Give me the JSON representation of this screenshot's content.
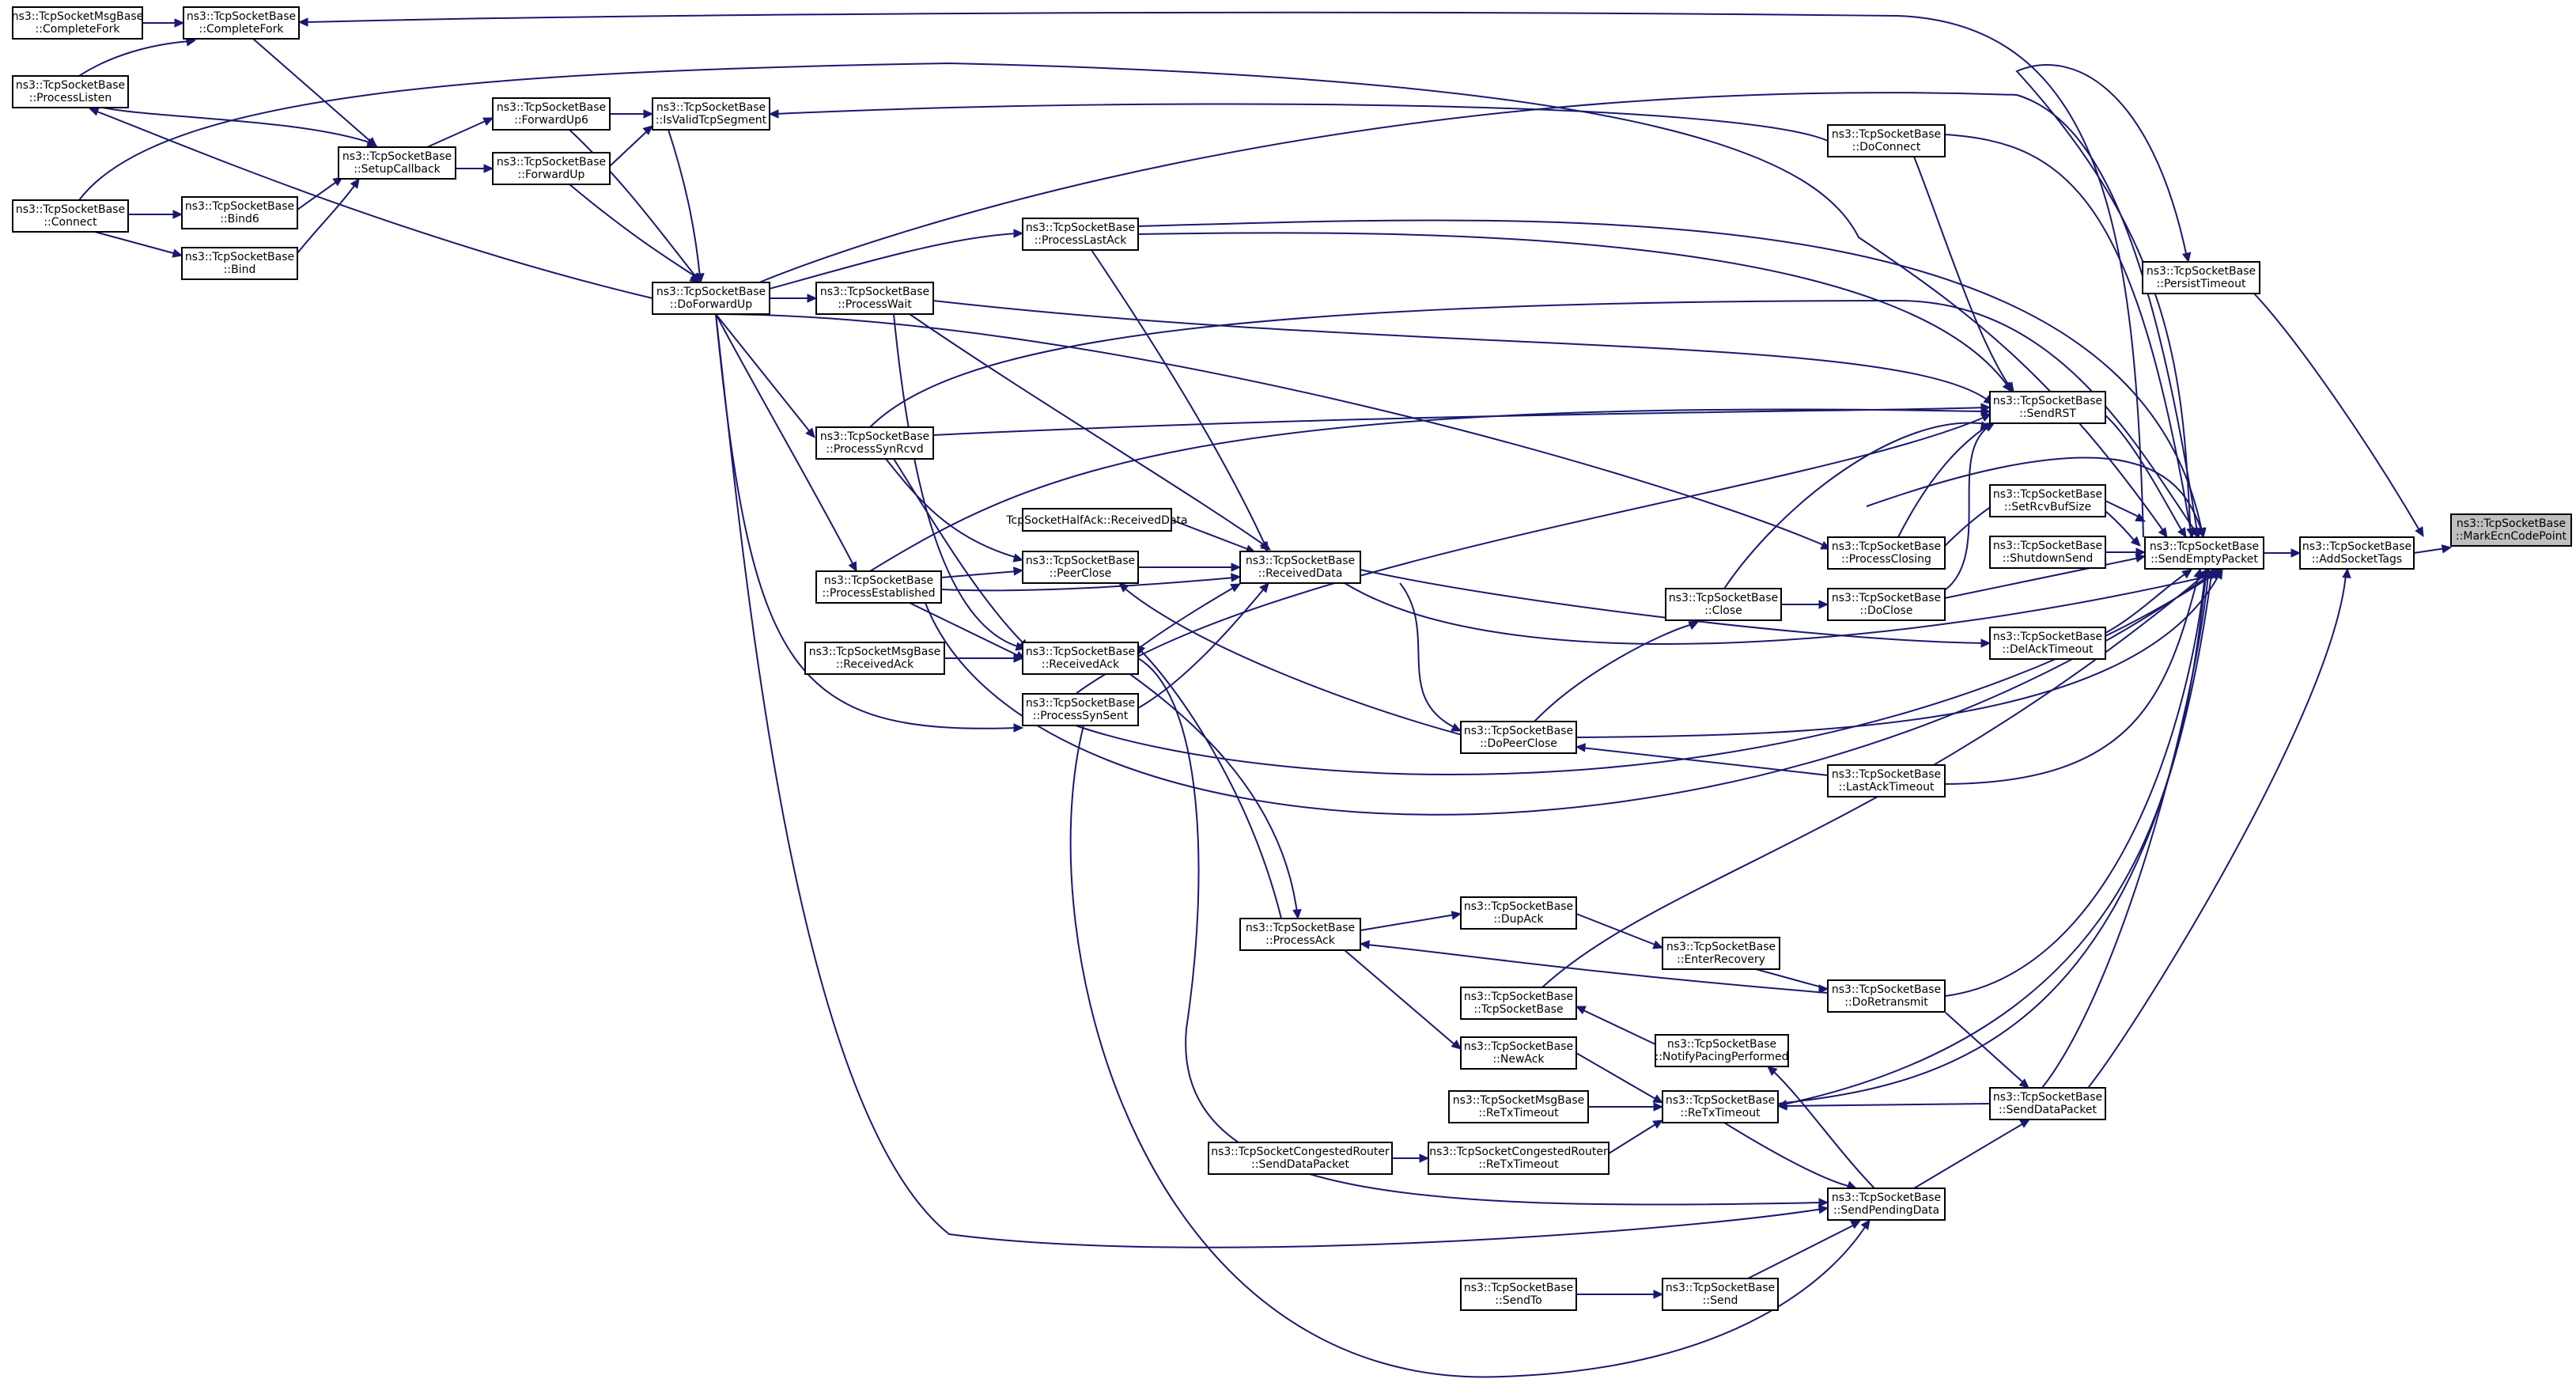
{
  "diagram": {
    "colors": {
      "edge": "#191970",
      "node_border": "#000000",
      "node_fill": "#ffffff",
      "highlight_fill": "#bfbfbf"
    },
    "nodes": [
      {
        "id": "markecn",
        "lines": [
          "ns3::TcpSocketBase",
          "::MarkEcnCodePoint"
        ],
        "highlight": true
      },
      {
        "id": "addsockettags",
        "lines": [
          "ns3::TcpSocketBase",
          "::AddSocketTags"
        ]
      },
      {
        "id": "sendempty",
        "lines": [
          "ns3::TcpSocketBase",
          "::SendEmptyPacket"
        ]
      },
      {
        "id": "persisttimeout",
        "lines": [
          "ns3::TcpSocketBase",
          "::PersistTimeout"
        ]
      },
      {
        "id": "senddatapacket",
        "lines": [
          "ns3::TcpSocketBase",
          "::SendDataPacket"
        ]
      },
      {
        "id": "sendrst",
        "lines": [
          "ns3::TcpSocketBase",
          "::SendRST"
        ]
      },
      {
        "id": "setrcvbufsize",
        "lines": [
          "ns3::TcpSocketBase",
          "::SetRcvBufSize"
        ]
      },
      {
        "id": "shutdownsend",
        "lines": [
          "ns3::TcpSocketBase",
          "::ShutdownSend"
        ]
      },
      {
        "id": "delacktimeout",
        "lines": [
          "ns3::TcpSocketBase",
          "::DelAckTimeout"
        ]
      },
      {
        "id": "doconnect",
        "lines": [
          "ns3::TcpSocketBase",
          "::DoConnect"
        ]
      },
      {
        "id": "processclosing",
        "lines": [
          "ns3::TcpSocketBase",
          "::ProcessClosing"
        ]
      },
      {
        "id": "doclose",
        "lines": [
          "ns3::TcpSocketBase",
          "::DoClose"
        ]
      },
      {
        "id": "lastacktimeout",
        "lines": [
          "ns3::TcpSocketBase",
          "::LastAckTimeout"
        ]
      },
      {
        "id": "doretransmit",
        "lines": [
          "ns3::TcpSocketBase",
          "::DoRetransmit"
        ]
      },
      {
        "id": "sendpendingdata",
        "lines": [
          "ns3::TcpSocketBase",
          "::SendPendingData"
        ]
      },
      {
        "id": "close",
        "lines": [
          "ns3::TcpSocketBase",
          "::Close"
        ]
      },
      {
        "id": "doperclose",
        "lines": [
          "ns3::TcpSocketBase",
          "::DoPeerClose"
        ]
      },
      {
        "id": "enterrecovery",
        "lines": [
          "ns3::TcpSocketBase",
          "::EnterRecovery"
        ]
      },
      {
        "id": "notifypacing",
        "lines": [
          "ns3::TcpSocketBase",
          "::NotifyPacingPerformed"
        ]
      },
      {
        "id": "retxtimeout",
        "lines": [
          "ns3::TcpSocketBase",
          "::ReTxTimeout"
        ]
      },
      {
        "id": "send",
        "lines": [
          "ns3::TcpSocketBase",
          "::Send"
        ]
      },
      {
        "id": "dupack",
        "lines": [
          "ns3::TcpSocketBase",
          "::DupAck"
        ]
      },
      {
        "id": "tcpsocketbase",
        "lines": [
          "ns3::TcpSocketBase",
          "::TcpSocketBase"
        ]
      },
      {
        "id": "newack",
        "lines": [
          "ns3::TcpSocketBase",
          "::NewAck"
        ]
      },
      {
        "id": "msgretx",
        "lines": [
          "ns3::TcpSocketMsgBase",
          "::ReTxTimeout"
        ]
      },
      {
        "id": "congretx",
        "lines": [
          "ns3::TcpSocketCongestedRouter",
          "::ReTxTimeout"
        ]
      },
      {
        "id": "sendto",
        "lines": [
          "ns3::TcpSocketBase",
          "::SendTo"
        ]
      },
      {
        "id": "processack",
        "lines": [
          "ns3::TcpSocketBase",
          "::ProcessAck"
        ]
      },
      {
        "id": "congsend",
        "lines": [
          "ns3::TcpSocketCongestedRouter",
          "::SendDataPacket"
        ]
      },
      {
        "id": "receiveddata",
        "lines": [
          "ns3::TcpSocketBase",
          "::ReceivedData"
        ]
      },
      {
        "id": "processlastack",
        "lines": [
          "ns3::TcpSocketBase",
          "::ProcessLastAck"
        ]
      },
      {
        "id": "halfack",
        "lines": [
          "TcpSocketHalfAck::ReceivedData"
        ]
      },
      {
        "id": "peerclose",
        "lines": [
          "ns3::TcpSocketBase",
          "::PeerClose"
        ]
      },
      {
        "id": "receivedack",
        "lines": [
          "ns3::TcpSocketBase",
          "::ReceivedAck"
        ]
      },
      {
        "id": "processsynsent",
        "lines": [
          "ns3::TcpSocketBase",
          "::ProcessSynSent"
        ]
      },
      {
        "id": "processwait",
        "lines": [
          "ns3::TcpSocketBase",
          "::ProcessWait"
        ]
      },
      {
        "id": "processsynrcvd",
        "lines": [
          "ns3::TcpSocketBase",
          "::ProcessSynRcvd"
        ]
      },
      {
        "id": "processestablished",
        "lines": [
          "ns3::TcpSocketBase",
          "::ProcessEstablished"
        ]
      },
      {
        "id": "msgreceivedack",
        "lines": [
          "ns3::TcpSocketMsgBase",
          "::ReceivedAck"
        ]
      },
      {
        "id": "doforwardup",
        "lines": [
          "ns3::TcpSocketBase",
          "::DoForwardUp"
        ]
      },
      {
        "id": "isvalid",
        "lines": [
          "ns3::TcpSocketBase",
          "::IsValidTcpSegment"
        ]
      },
      {
        "id": "forwardup6",
        "lines": [
          "ns3::TcpSocketBase",
          "::ForwardUp6"
        ]
      },
      {
        "id": "forwardup",
        "lines": [
          "ns3::TcpSocketBase",
          "::ForwardUp"
        ]
      },
      {
        "id": "setupcallback",
        "lines": [
          "ns3::TcpSocketBase",
          "::SetupCallback"
        ]
      },
      {
        "id": "completefork",
        "lines": [
          "ns3::TcpSocketBase",
          "::CompleteFork"
        ]
      },
      {
        "id": "msgcompletefork",
        "lines": [
          "ns3::TcpSocketMsgBase",
          "::CompleteFork"
        ]
      },
      {
        "id": "processlisten",
        "lines": [
          "ns3::TcpSocketBase",
          "::ProcessListen"
        ]
      },
      {
        "id": "connect",
        "lines": [
          "ns3::TcpSocketBase",
          "::Connect"
        ]
      },
      {
        "id": "bind6",
        "lines": [
          "ns3::TcpSocketBase",
          "::Bind6"
        ]
      },
      {
        "id": "bind",
        "lines": [
          "ns3::TcpSocketBase",
          "::Bind"
        ]
      }
    ]
  }
}
